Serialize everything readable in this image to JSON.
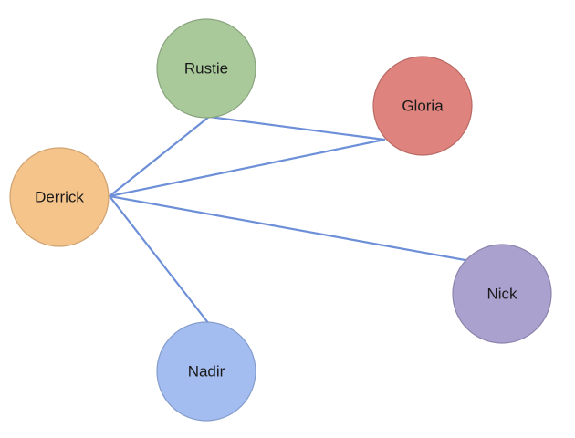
{
  "graph": {
    "edge_color": "#6d8fd8",
    "nodes": {
      "rustie": {
        "label": "Rustie",
        "fill": "#a9c99a",
        "stroke": "#8aa47e"
      },
      "gloria": {
        "label": "Gloria",
        "fill": "#de837d",
        "stroke": "#b96a64"
      },
      "derrick": {
        "label": "Derrick",
        "fill": "#f5c48a",
        "stroke": "#cfa272"
      },
      "nick": {
        "label": "Nick",
        "fill": "#aaa1cf",
        "stroke": "#8c84ad"
      },
      "nadir": {
        "label": "Nadir",
        "fill": "#a3bdf0",
        "stroke": "#849dcc"
      }
    },
    "edges": [
      {
        "from": "rustie",
        "to": "gloria"
      },
      {
        "from": "rustie",
        "to": "derrick"
      },
      {
        "from": "derrick",
        "to": "gloria"
      },
      {
        "from": "derrick",
        "to": "nick"
      },
      {
        "from": "derrick",
        "to": "nadir"
      }
    ]
  }
}
